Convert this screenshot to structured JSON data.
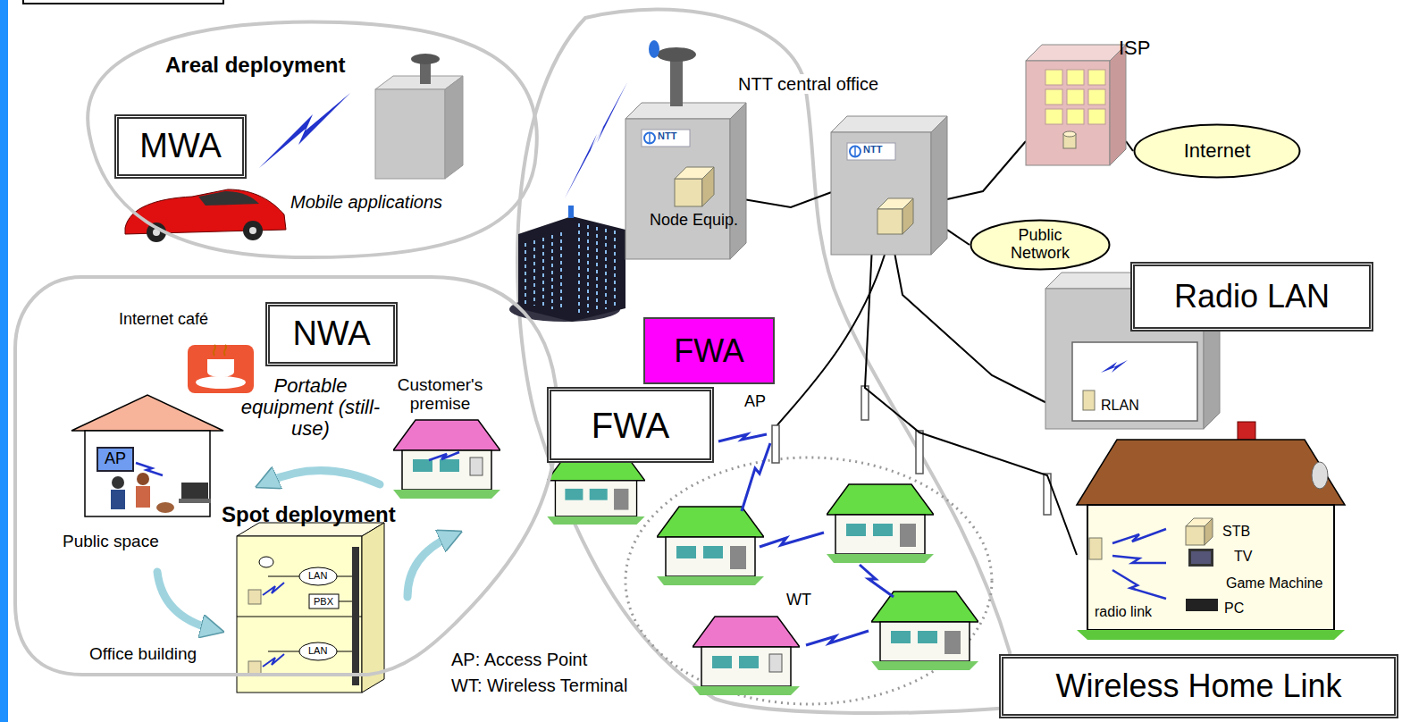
{
  "diagram": {
    "nodes": [
      {
        "text": [
          "Areal deployment",
          "Mobile applications"
        ]
      },
      {
        "text": [
          "MWA"
        ],
        "in": 0
      },
      {
        "text": [
          "Spot deployment"
        ]
      },
      {
        "text": [
          "NWA"
        ],
        "in": 2
      },
      {
        "text": [
          "AP"
        ],
        "in": 2
      },
      {
        "text": [
          "NTT central office",
          "NTT",
          "Node Equip."
        ]
      },
      {
        "text": [
          "NTT"
        ]
      },
      {
        "text": [
          "ISP"
        ]
      },
      {
        "text": [
          "Internet"
        ]
      },
      {
        "text": [
          "Public Network"
        ]
      },
      {
        "text": [
          "RLAN"
        ]
      },
      {
        "text": [
          "Radio LAN"
        ]
      },
      {
        "text": [
          "FWA"
        ]
      },
      {
        "text": [
          "FWA"
        ]
      },
      {
        "text": [
          "STB",
          "TV",
          "Game Machine",
          "PC",
          "radio link"
        ]
      },
      {
        "text": [
          "Wireless Home Link"
        ]
      }
    ],
    "edges": [
      {
        "from": 5,
        "to": 6,
        "arrow": "none"
      },
      {
        "from": 6,
        "to": 7,
        "arrow": "none"
      },
      {
        "from": 6,
        "to": 9,
        "arrow": "none"
      },
      {
        "from": 7,
        "to": 8,
        "arrow": "none"
      },
      {
        "from": 6,
        "to": 10,
        "arrow": "none"
      },
      {
        "from": 6,
        "to": 14,
        "arrow": "none"
      }
    ],
    "labels": [
      "Internet café",
      "Portable equipment (still-use)",
      "Customer's premise",
      "Public space",
      "Office building",
      "LAN",
      "PBX",
      "LAN",
      "AP",
      "WT",
      "AP: Access Point",
      "WT: Wireless Terminal"
    ]
  }
}
